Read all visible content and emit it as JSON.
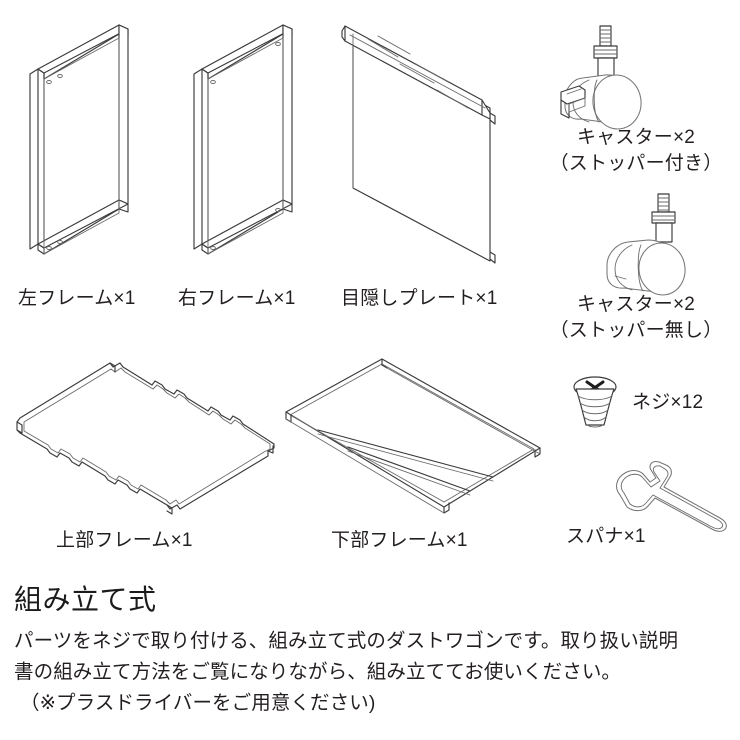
{
  "page": {
    "background_color": "#ffffff",
    "ink_color": "#231f20"
  },
  "parts": [
    {
      "id": "left-frame",
      "icon": "left-frame-icon",
      "label": "左フレーム×1"
    },
    {
      "id": "right-frame",
      "icon": "right-frame-icon",
      "label": "右フレーム×1"
    },
    {
      "id": "cover-plate",
      "icon": "cover-plate-icon",
      "label": "目隠しプレート×1"
    },
    {
      "id": "caster-with-stopper",
      "icon": "caster-icon",
      "label_line1": "キャスター×2",
      "label_line2": "（ストッパー付き）"
    },
    {
      "id": "caster-without-stopper",
      "icon": "caster-icon",
      "label_line1": "キャスター×2",
      "label_line2": "（ストッパー無し）"
    },
    {
      "id": "upper-frame",
      "icon": "upper-frame-icon",
      "label": "上部フレーム×1"
    },
    {
      "id": "lower-frame",
      "icon": "lower-frame-icon",
      "label": "下部フレーム×1"
    },
    {
      "id": "screw",
      "icon": "screw-icon",
      "label": "ネジ×12"
    },
    {
      "id": "spanner",
      "icon": "spanner-icon",
      "label": "スパナ×1"
    }
  ],
  "description": {
    "heading": "組み立て式",
    "line1": "パーツをネジで取り付ける、組み立て式のダストワゴンです。取り扱い説明",
    "line2": "書の組み立て方法をご覧になりながら、組み立ててお使いください。",
    "line3": "（※プラスドライバーをご用意ください)"
  }
}
